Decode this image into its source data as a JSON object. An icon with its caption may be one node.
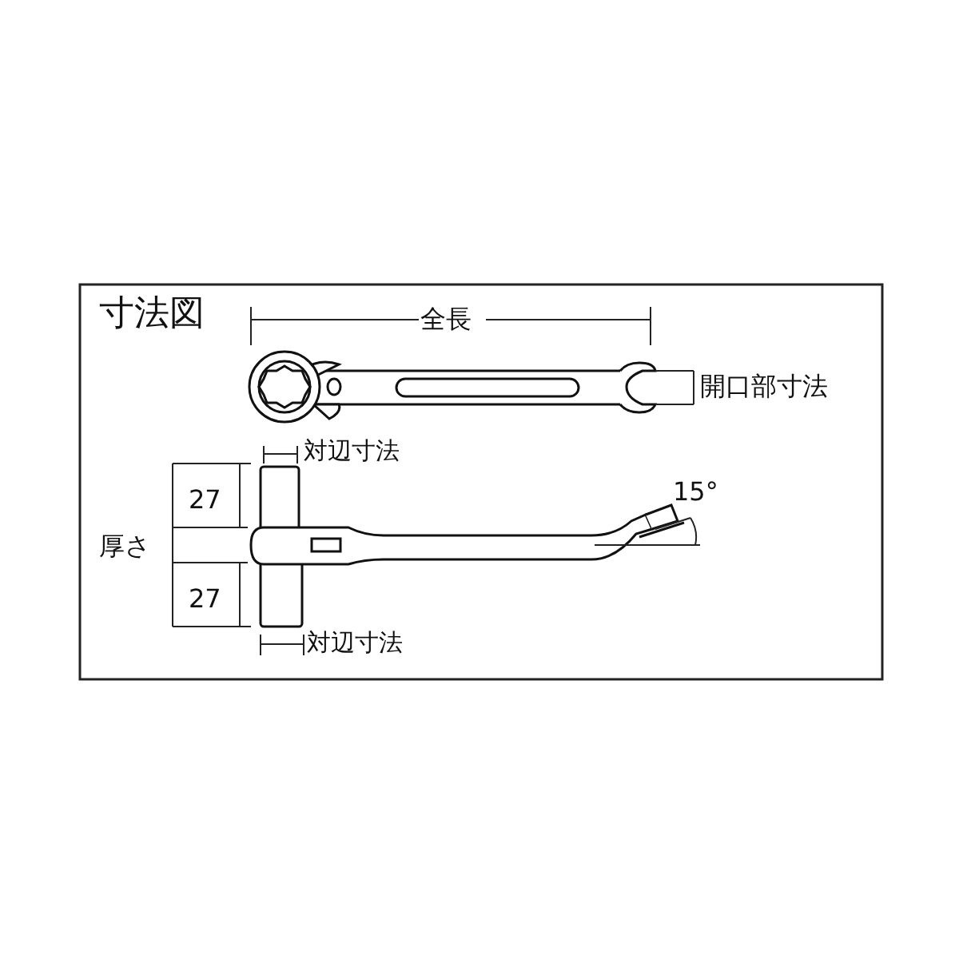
{
  "diagram": {
    "title": "寸法図",
    "labels": [
      "全長",
      "開口部寸法",
      "対辺寸法",
      "15°",
      "27",
      "厚さ",
      "27",
      "対辺寸法"
    ]
  }
}
